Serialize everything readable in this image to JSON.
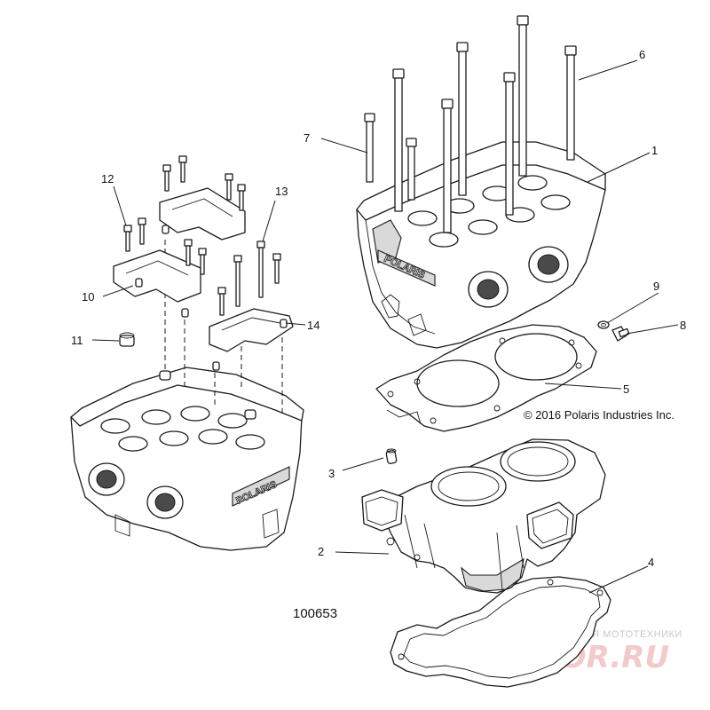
{
  "callouts": {
    "c1": "1",
    "c2": "2",
    "c3": "3",
    "c4": "4",
    "c5": "5",
    "c6": "6",
    "c7": "7",
    "c8": "8",
    "c9": "9",
    "c10": "10",
    "c11": "11",
    "c12": "12",
    "c13": "13",
    "c14": "14"
  },
  "copyright": "© 2016 Polaris Industries Inc.",
  "diagram_number": "100653",
  "brand_marks": {
    "head_right": "POLARIS",
    "head_left": "POLARIS"
  },
  "watermark": {
    "tagline": "ЗАПЧАСТИ И АКСЕССУАРЫ ДЛЯ МОТОТЕХНИКИ",
    "logo": "PARTSFOR.RU"
  },
  "colors": {
    "line": "#1a1a1a",
    "background": "#ffffff",
    "watermark_logo": "#f3c9c9",
    "watermark_text": "#c9c9c9"
  }
}
